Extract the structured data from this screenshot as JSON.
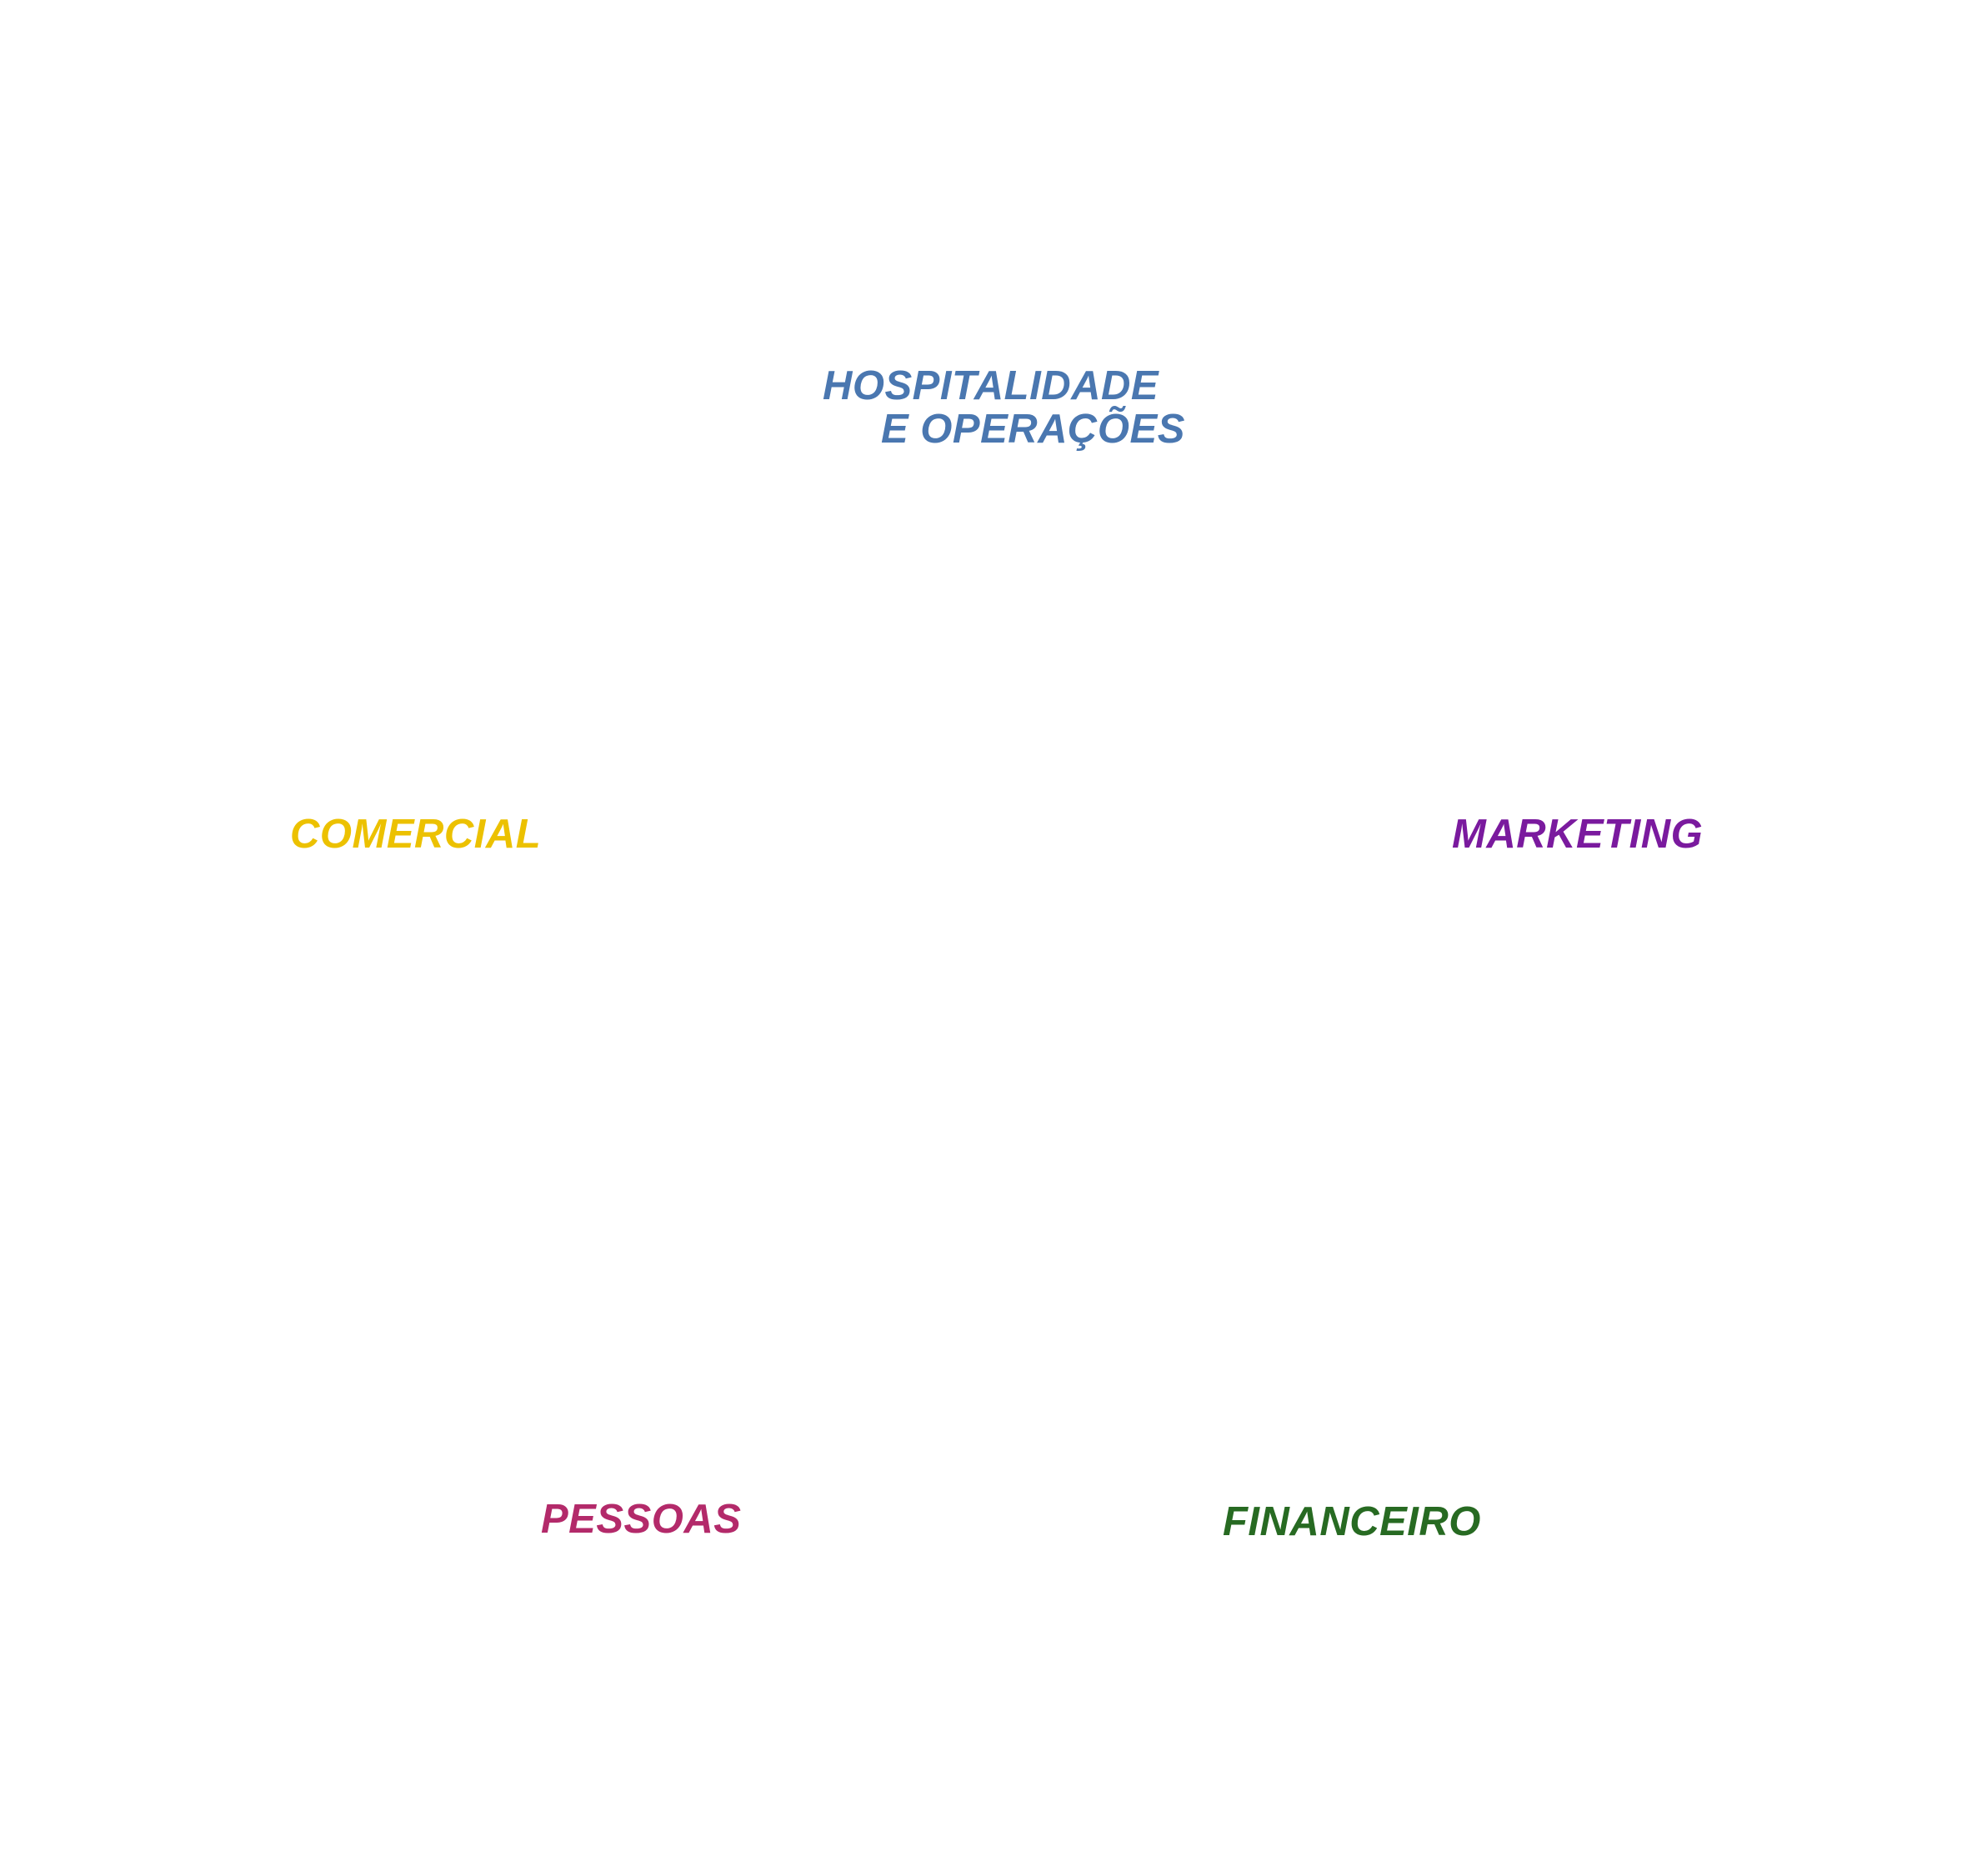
{
  "labels": {
    "hospitalidade": {
      "line1": "HOSPITALIDADE",
      "line2": "E OPERAÇÕES",
      "color": "#4a77b0"
    },
    "comercial": {
      "text": "COMERCIAL",
      "color": "#ecc100"
    },
    "marketing": {
      "text": "MARKETING",
      "color": "#7a1a9e"
    },
    "pessoas": {
      "text": "PESSOAS",
      "color": "#b32a6a"
    },
    "financeiro": {
      "text": "FINANCEIRO",
      "color": "#276a22"
    }
  }
}
